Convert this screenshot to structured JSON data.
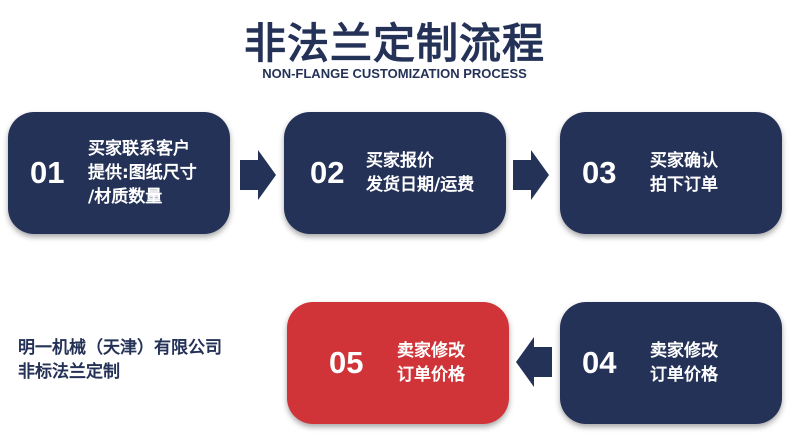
{
  "header": {
    "title": "非法兰定制流程",
    "subtitle": "NON-FLANGE CUSTOMIZATION PROCESS"
  },
  "steps": [
    {
      "num": "01",
      "lines": [
        "买家联系客户",
        "提供:图纸尺寸",
        "/材质数量"
      ]
    },
    {
      "num": "02",
      "lines": [
        "买家报价",
        "发货日期/运费"
      ]
    },
    {
      "num": "03",
      "lines": [
        "买家确认",
        "拍下订单"
      ]
    },
    {
      "num": "04",
      "lines": [
        "卖家修改",
        "订单价格"
      ]
    },
    {
      "num": "05",
      "lines": [
        "卖家修改",
        "订单价格"
      ]
    }
  ],
  "company": {
    "line1": "明一机械（天津）有限公司",
    "line2": "非标法兰定制"
  },
  "colors": {
    "primary": "#253258",
    "highlight": "#d03438"
  }
}
